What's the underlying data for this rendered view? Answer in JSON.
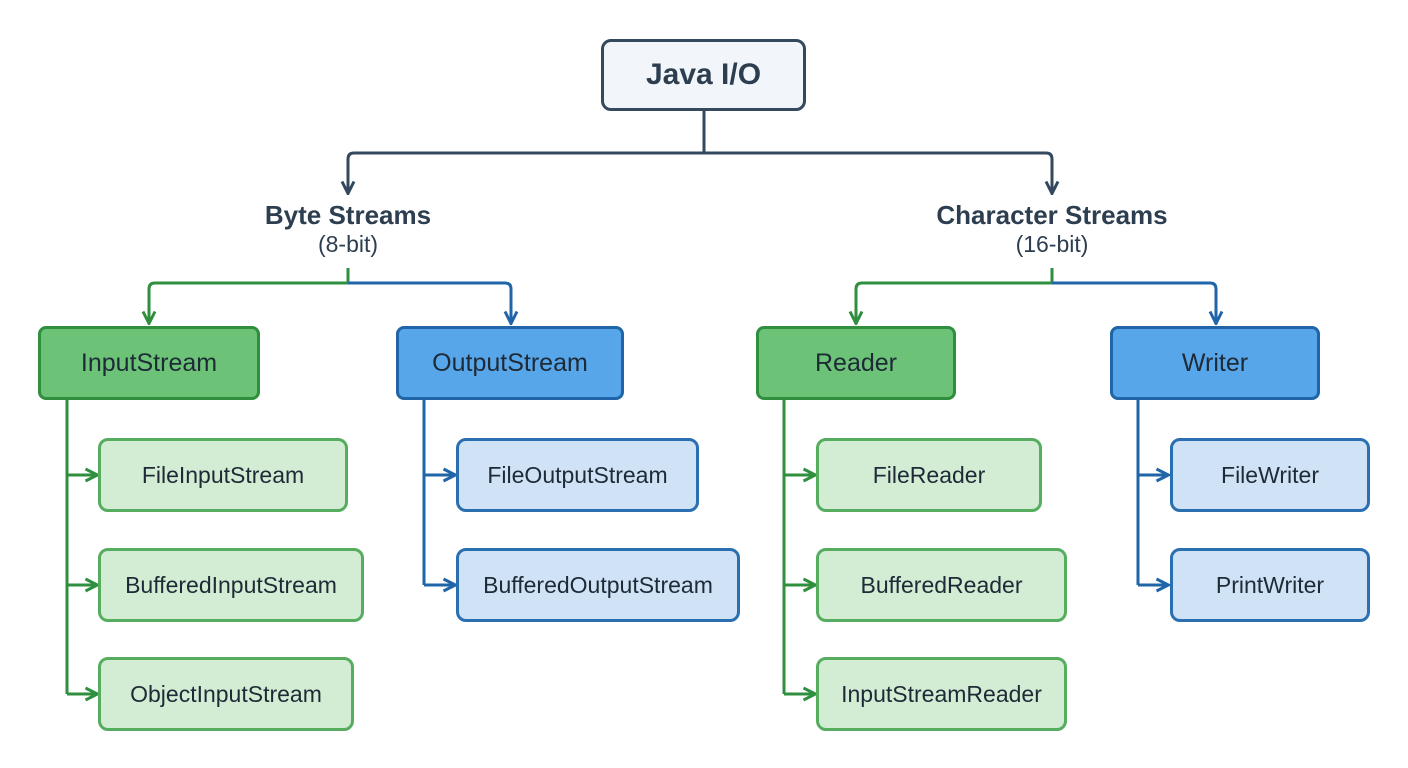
{
  "title": "Java I/O",
  "branches": [
    {
      "heading": "Byte Streams",
      "subheading": "(8-bit)",
      "children": [
        {
          "label": "InputStream",
          "items": [
            "FileInputStream",
            "BufferedInputStream",
            "ObjectInputStream"
          ]
        },
        {
          "label": "OutputStream",
          "items": [
            "FileOutputStream",
            "BufferedOutputStream"
          ]
        }
      ]
    },
    {
      "heading": "Character Streams",
      "subheading": "(16-bit)",
      "children": [
        {
          "label": "Reader",
          "items": [
            "FileReader",
            "BufferedReader",
            "InputStreamReader"
          ]
        },
        {
          "label": "Writer",
          "items": [
            "FileWriter",
            "PrintWriter"
          ]
        }
      ]
    }
  ],
  "colors": {
    "root_border": "#34495e",
    "connector_dark": "#34495e",
    "input_green": "#2f8f3f",
    "output_blue": "#1f65a8",
    "category_green_fill": "#6cc378",
    "category_blue_fill": "#57a6ea",
    "leaf_green_fill": "#d3ecd4",
    "leaf_blue_fill": "#cfe2f6"
  }
}
